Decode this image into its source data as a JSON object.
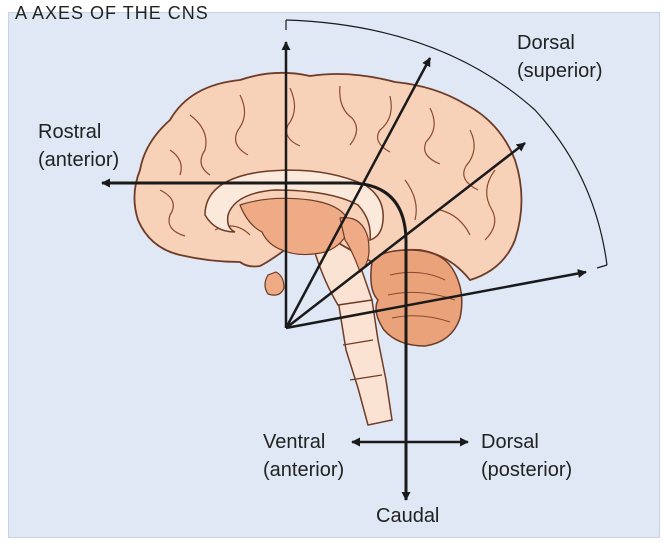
{
  "figure": {
    "heading": "A   AXES OF THE CNS"
  },
  "labels": {
    "rostral": [
      "Rostral",
      "(anterior)"
    ],
    "dorsal_superior": [
      "Dorsal",
      "(superior)"
    ],
    "ventral_anterior": [
      "Ventral",
      "(anterior)"
    ],
    "dorsal_posterior": [
      "Dorsal",
      "(posterior)"
    ],
    "caudal": "Caudal"
  },
  "colors": {
    "panel_bg": "#dfe8f4",
    "cortex_fill": "#f8d2b8",
    "cortex_stroke": "#6e3b27",
    "deep_fill": "#eeab86",
    "corpus_callosum": "#fbe9dc",
    "cerebellum_fill": "#eaa27a",
    "brainstem_fill": "#fbe3d3",
    "arrow": "#1a1a1a"
  }
}
